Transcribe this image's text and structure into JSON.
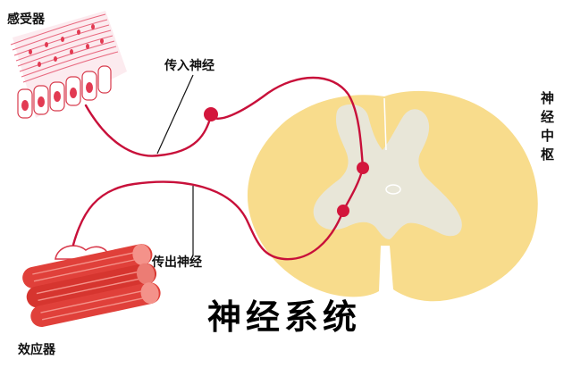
{
  "title": "神经系统",
  "labels": {
    "receptor": "感受器",
    "afferent_nerve": "传入神经",
    "nerve_center": "神经中枢",
    "efferent_nerve": "传出神经",
    "effector": "效应器"
  },
  "colors": {
    "spinal_cord_outer": "#F8DC8C",
    "spinal_cord_inner": "#E8E6D8",
    "nerve": "#C8103A",
    "muscle": "#E0403A",
    "receptor_line": "#D83A4C"
  }
}
